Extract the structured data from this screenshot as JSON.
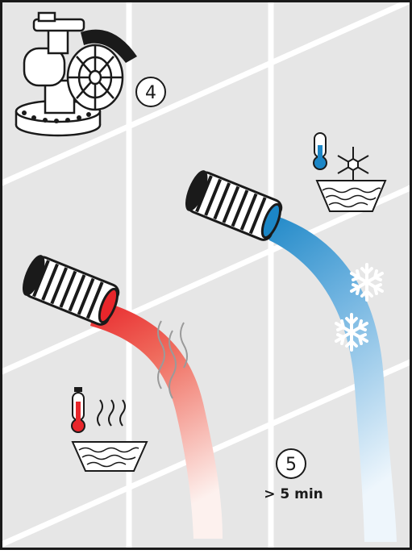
{
  "steps": {
    "step4": {
      "number": "4"
    },
    "step5": {
      "number": "5",
      "duration": "> 5 min"
    }
  },
  "icons": {
    "valve": "valve-handwheel-icon",
    "hot": "hot-water-basin-icon",
    "cold": "cold-water-basin-icon",
    "snowflake": "snowflake-icon",
    "steam": "steam-icon"
  },
  "colors": {
    "background": "#e6e6e6",
    "tile_grout": "#ffffff",
    "hot_water": "#e8262b",
    "cold_water": "#1b86c6",
    "outline": "#1a1a1a"
  }
}
